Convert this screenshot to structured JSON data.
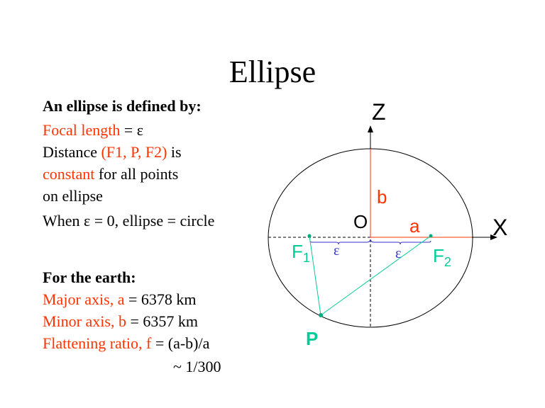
{
  "title": "Ellipse",
  "definition": {
    "heading": "An ellipse is defined by:",
    "line1_red": "Focal length",
    "line1_rest": " = ε",
    "line2_a": "Distance ",
    "line2_red": "(F1, P, F2)",
    "line2_b": " is",
    "line3_red": "constant",
    "line3_rest": " for all points",
    "line4": "on ellipse",
    "line5": "When ε = 0, ellipse = circle"
  },
  "earth": {
    "heading": "For the earth:",
    "major_red": "Major axis, a",
    "major_rest": " = 6378 km",
    "minor_red": "Minor axis, b",
    "minor_rest": " = 6357 km",
    "flat_red": "Flattening ratio, f",
    "flat_rest": " = (a-b)/a",
    "flat_approx": "~ 1/300"
  },
  "diagram": {
    "z_label": "Z",
    "x_label": "X",
    "origin_label": "O",
    "a_label": "a",
    "b_label": "b",
    "f1_label": "F",
    "f1_sub": "1",
    "f2_label": "F",
    "f2_sub": "2",
    "p_label": "P",
    "eps_label": "ε",
    "colors": {
      "red": "#ff3300",
      "teal": "#00cc99",
      "blue": "#3333cc"
    }
  }
}
